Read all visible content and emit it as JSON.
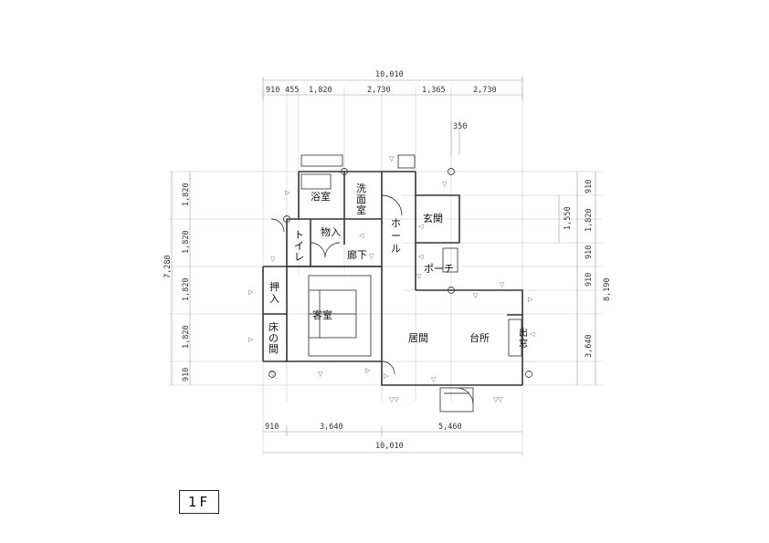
{
  "floor_label": "1F",
  "dimensions": {
    "top_total": "10,010",
    "top_segments": [
      "910",
      "455",
      "1,820",
      "2,730",
      "1,365",
      "2,730"
    ],
    "top_small": "350",
    "bottom_segments": [
      "910",
      "3,640",
      "5,460"
    ],
    "bottom_total": "10,010",
    "left_total": "7,280",
    "left_segments": [
      "1,820",
      "1,820",
      "1,820",
      "1,820",
      "910"
    ],
    "right_segments": [
      "910",
      "1,820",
      "910",
      "910",
      "3,640"
    ],
    "right_inner": "1,550",
    "right_total": "8,190"
  },
  "rooms": {
    "bath": "浴室",
    "washroom_1": "洗",
    "washroom_2": "面",
    "washroom_3": "室",
    "storage": "物入",
    "toilet_1": "ト",
    "toilet_2": "イ",
    "toilet_3": "レ",
    "corridor": "廊下",
    "hall_1": "ホ",
    "hall_2": "ー",
    "hall_3": "ル",
    "entrance": "玄関",
    "porch": "ポーチ",
    "closet_1": "押",
    "closet_2": "入",
    "guest_room": "客室",
    "alcove_1": "床",
    "alcove_2": "の",
    "alcove_3": "間",
    "living": "居間",
    "kitchen": "台所",
    "bay_1": "出",
    "bay_2": "窓"
  },
  "symbols": {
    "window_mark": "▽",
    "side_mark": "▷",
    "side_mark_left": "◁",
    "double_mark": "▽▽",
    "circle_mark": "◎"
  }
}
